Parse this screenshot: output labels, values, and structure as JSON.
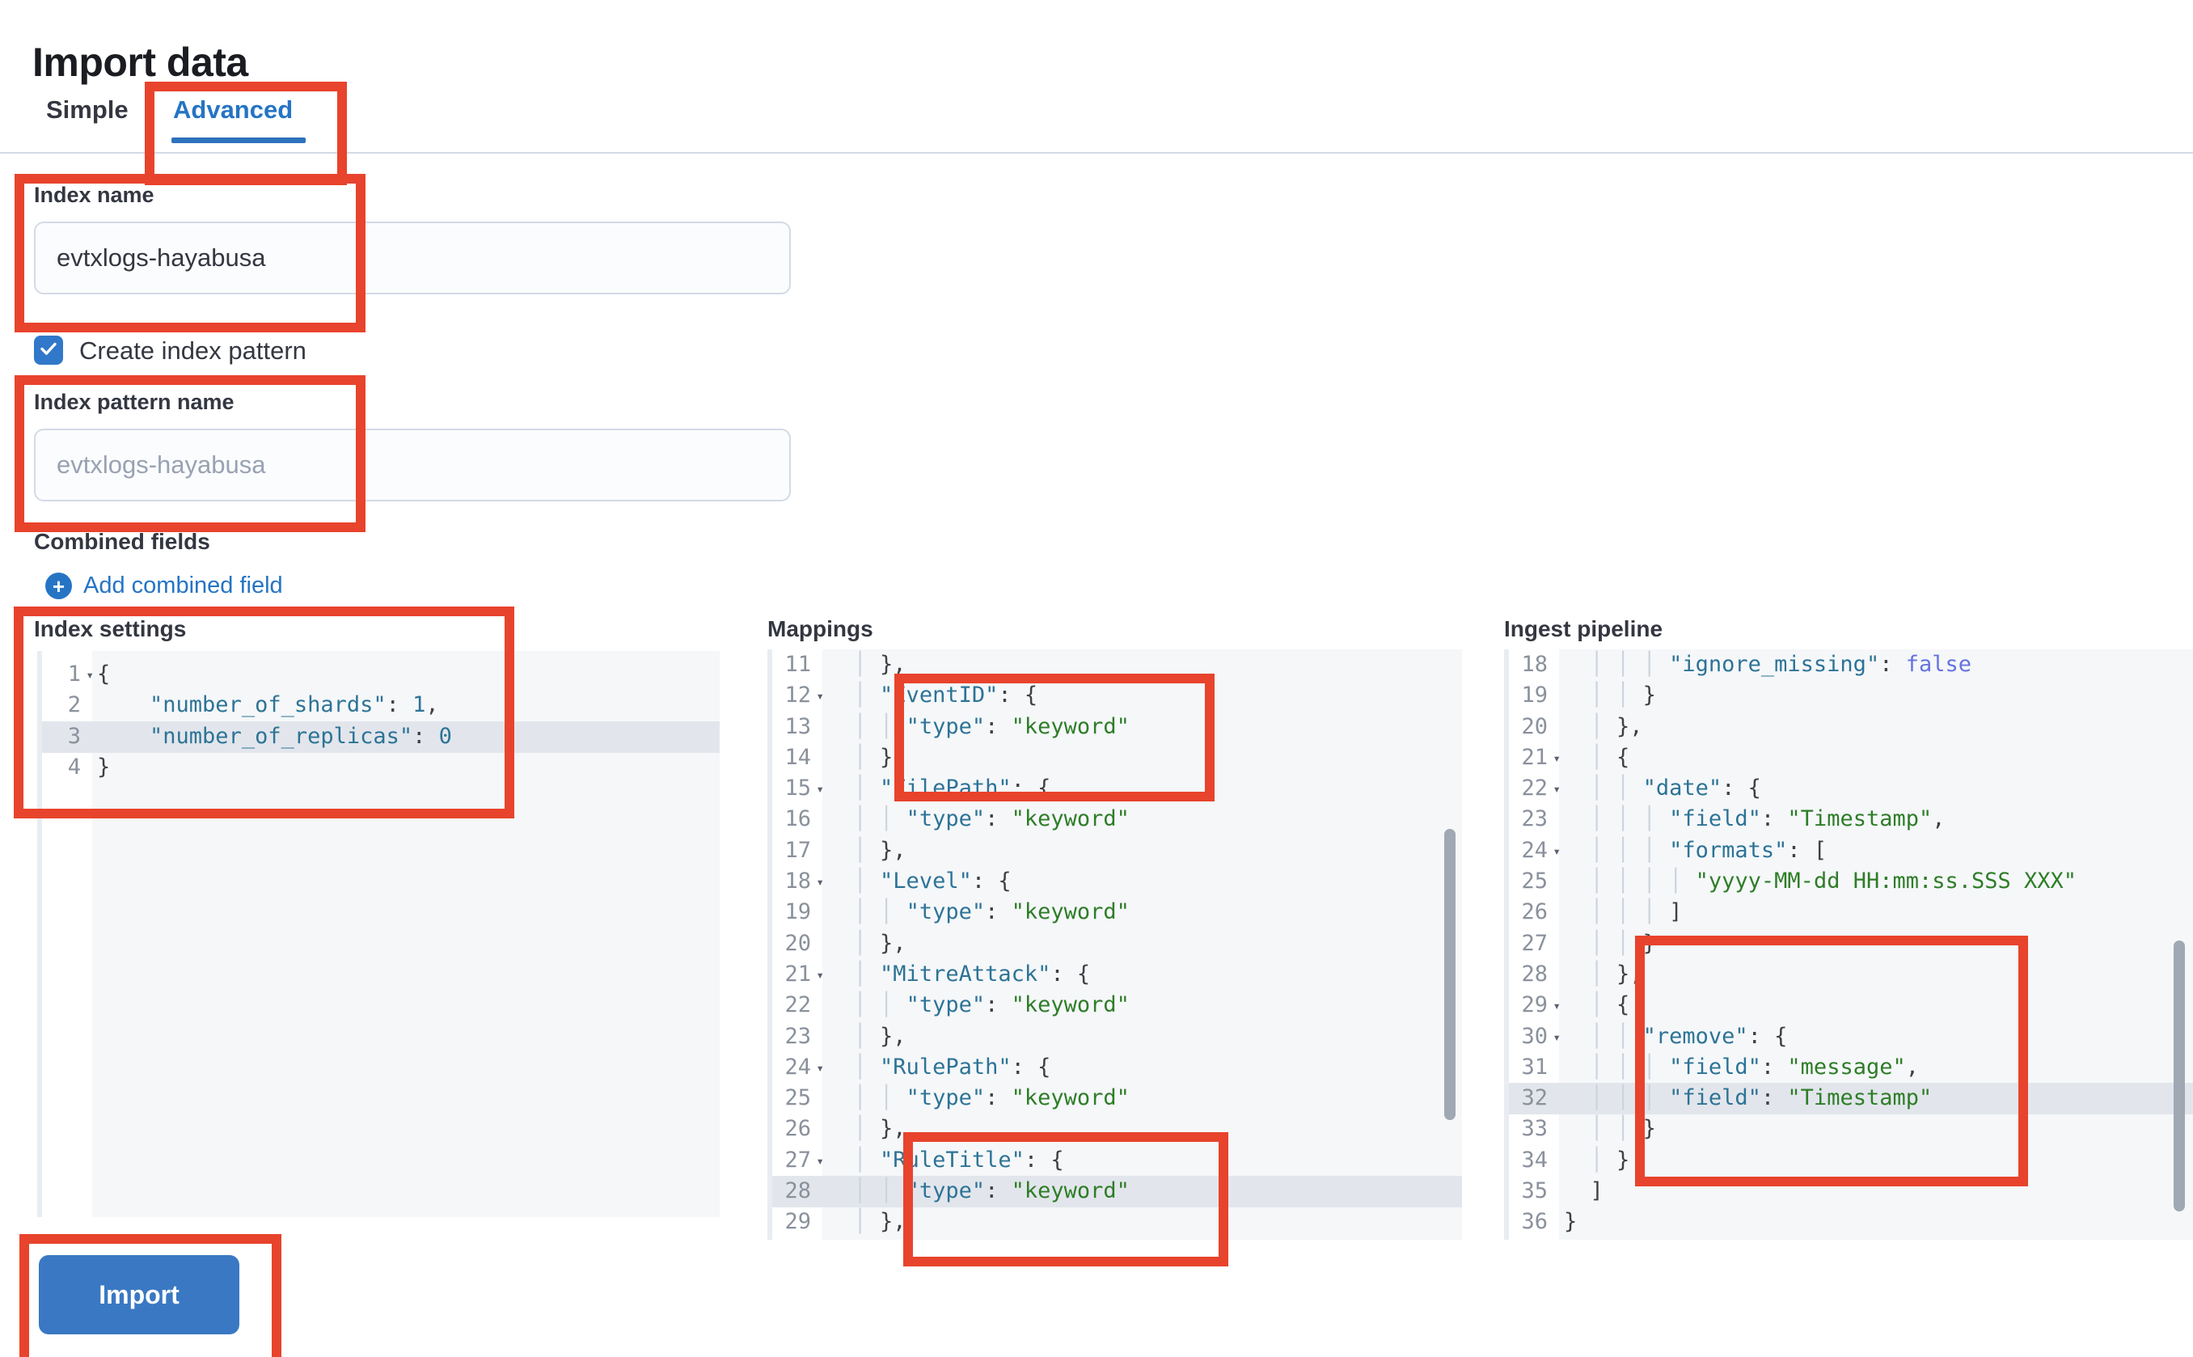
{
  "page": {
    "title": "Import data"
  },
  "tabs": {
    "simple": "Simple",
    "advanced": "Advanced"
  },
  "form": {
    "index_name": {
      "label": "Index name",
      "value": "evtxlogs-hayabusa"
    },
    "create_index_pattern": {
      "label": "Create index pattern",
      "checked": true
    },
    "index_pattern_name": {
      "label": "Index pattern name",
      "placeholder": "evtxlogs-hayabusa"
    },
    "combined_fields": {
      "label": "Combined fields",
      "add_link": "Add combined field",
      "add_icon": "plus-circle-icon"
    }
  },
  "button": {
    "label": "Import"
  },
  "colors": {
    "accent_blue": "#2574c4",
    "button_blue": "#3a78c3",
    "checkbox_blue": "#3178ca",
    "annotation_red": "#e8432c",
    "code_key": "#2d7396",
    "code_string": "#2e7d27",
    "code_number": "#2d7396",
    "code_boolean": "#6672e0",
    "active_line": "#e2e6ec"
  },
  "editors": [
    {
      "id": "index-settings",
      "title": "Index settings",
      "pad_top": 10,
      "lines": [
        {
          "n": 1,
          "fold": true,
          "t": "{"
        },
        {
          "n": 2,
          "t": "    \"number_of_shards\": 1,"
        },
        {
          "n": 3,
          "hl": true,
          "t": "    \"number_of_replicas\": 0"
        },
        {
          "n": 4,
          "t": "}"
        }
      ]
    },
    {
      "id": "mappings",
      "title": "Mappings",
      "pad_top": 0,
      "lines": [
        {
          "n": 11,
          "g": [
            2
          ],
          "t": "    },"
        },
        {
          "n": 12,
          "fold": true,
          "g": [
            2
          ],
          "t": "    \"EventID\": {"
        },
        {
          "n": 13,
          "g": [
            2,
            4
          ],
          "t": "      \"type\": \"keyword\""
        },
        {
          "n": 14,
          "g": [
            2
          ],
          "t": "    },"
        },
        {
          "n": 15,
          "fold": true,
          "g": [
            2
          ],
          "t": "    \"FilePath\": {"
        },
        {
          "n": 16,
          "g": [
            2,
            4
          ],
          "t": "      \"type\": \"keyword\""
        },
        {
          "n": 17,
          "g": [
            2
          ],
          "t": "    },"
        },
        {
          "n": 18,
          "fold": true,
          "g": [
            2
          ],
          "t": "    \"Level\": {"
        },
        {
          "n": 19,
          "g": [
            2,
            4
          ],
          "t": "      \"type\": \"keyword\""
        },
        {
          "n": 20,
          "g": [
            2
          ],
          "t": "    },"
        },
        {
          "n": 21,
          "fold": true,
          "g": [
            2
          ],
          "t": "    \"MitreAttack\": {"
        },
        {
          "n": 22,
          "g": [
            2,
            4
          ],
          "t": "      \"type\": \"keyword\""
        },
        {
          "n": 23,
          "g": [
            2
          ],
          "t": "    },"
        },
        {
          "n": 24,
          "fold": true,
          "g": [
            2
          ],
          "t": "    \"RulePath\": {"
        },
        {
          "n": 25,
          "g": [
            2,
            4
          ],
          "t": "      \"type\": \"keyword\""
        },
        {
          "n": 26,
          "g": [
            2
          ],
          "t": "    },"
        },
        {
          "n": 27,
          "fold": true,
          "g": [
            2
          ],
          "t": "    \"RuleTitle\": {"
        },
        {
          "n": 28,
          "hl": true,
          "g": [
            2,
            4
          ],
          "t": "      \"type\": \"keyword\""
        },
        {
          "n": 29,
          "g": [
            2
          ],
          "t": "    },"
        }
      ]
    },
    {
      "id": "ingest-pipeline",
      "title": "Ingest pipeline",
      "pad_top": 0,
      "lines": [
        {
          "n": 18,
          "g": [
            2,
            4,
            6
          ],
          "t": "        \"ignore_missing\": false"
        },
        {
          "n": 19,
          "g": [
            2,
            4
          ],
          "t": "      }"
        },
        {
          "n": 20,
          "g": [
            2
          ],
          "t": "    },"
        },
        {
          "n": 21,
          "fold": true,
          "g": [
            2
          ],
          "t": "    {"
        },
        {
          "n": 22,
          "fold": true,
          "g": [
            2,
            4
          ],
          "t": "      \"date\": {"
        },
        {
          "n": 23,
          "g": [
            2,
            4,
            6
          ],
          "t": "        \"field\": \"Timestamp\","
        },
        {
          "n": 24,
          "fold": true,
          "g": [
            2,
            4,
            6
          ],
          "t": "        \"formats\": ["
        },
        {
          "n": 25,
          "g": [
            2,
            4,
            6,
            8
          ],
          "t": "          \"yyyy-MM-dd HH:mm:ss.SSS XXX\""
        },
        {
          "n": 26,
          "g": [
            2,
            4,
            6
          ],
          "t": "        ]"
        },
        {
          "n": 27,
          "g": [
            2,
            4
          ],
          "t": "      }"
        },
        {
          "n": 28,
          "g": [
            2
          ],
          "t": "    },"
        },
        {
          "n": 29,
          "fold": true,
          "g": [
            2
          ],
          "t": "    {"
        },
        {
          "n": 30,
          "fold": true,
          "g": [
            2,
            4
          ],
          "t": "      \"remove\": {"
        },
        {
          "n": 31,
          "g": [
            2,
            4,
            6
          ],
          "t": "        \"field\": \"message\","
        },
        {
          "n": 32,
          "hl": true,
          "g": [
            2,
            4,
            6
          ],
          "t": "        \"field\": \"Timestamp\""
        },
        {
          "n": 33,
          "g": [
            2,
            4
          ],
          "t": "      }"
        },
        {
          "n": 34,
          "g": [
            2
          ],
          "t": "    }"
        },
        {
          "n": 35,
          "t": "  ]"
        },
        {
          "n": 36,
          "t": "}"
        }
      ]
    }
  ],
  "annotations": [
    "advanced-tab",
    "index-name-field",
    "index-pattern-name-field",
    "index-settings-editor",
    "mappings-eventid-block",
    "mappings-ruletitle-block",
    "ingest-remove-block",
    "import-button"
  ]
}
